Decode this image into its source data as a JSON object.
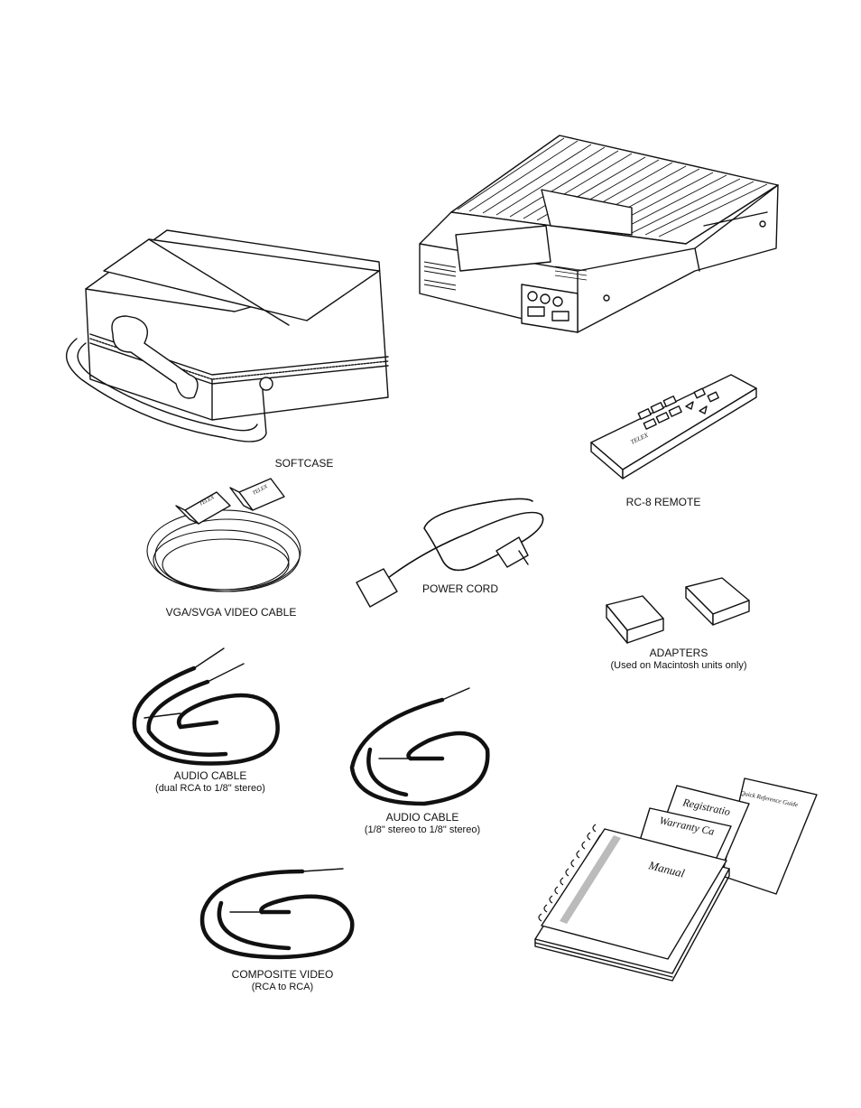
{
  "items": {
    "projector": {
      "icon": "projector-unit-icon"
    },
    "softcase": {
      "label": "SOFTCASE",
      "icon": "softcase-bag-icon"
    },
    "remote": {
      "label": "RC-8 REMOTE",
      "icon": "remote-control-icon",
      "brand": "TELEX"
    },
    "vga_cable": {
      "label": "VGA/SVGA VIDEO CABLE",
      "icon": "vga-cable-icon",
      "brand": "TELEX"
    },
    "power_cord": {
      "label": "POWER CORD",
      "icon": "power-cord-icon"
    },
    "adapters": {
      "label": "ADAPTERS",
      "sublabel": "(Used on Macintosh units only)",
      "icon": "adapter-icon"
    },
    "audio_cable_dual": {
      "label": "AUDIO CABLE",
      "sublabel": "(dual RCA to 1/8\" stereo)",
      "icon": "audio-cable-icon"
    },
    "audio_cable_stereo": {
      "label": "AUDIO CABLE",
      "sublabel": "(1/8\" stereo to 1/8\" stereo)",
      "icon": "audio-cable-icon"
    },
    "composite_video": {
      "label": "COMPOSITE VIDEO",
      "sublabel": "(RCA to RCA)",
      "icon": "composite-cable-icon"
    },
    "documents": {
      "icon": "manual-documents-icon",
      "manual": "Manual",
      "warranty": "Warranty Ca",
      "registration": "Registratio",
      "quick_ref": "Quick Reference Guide"
    }
  }
}
